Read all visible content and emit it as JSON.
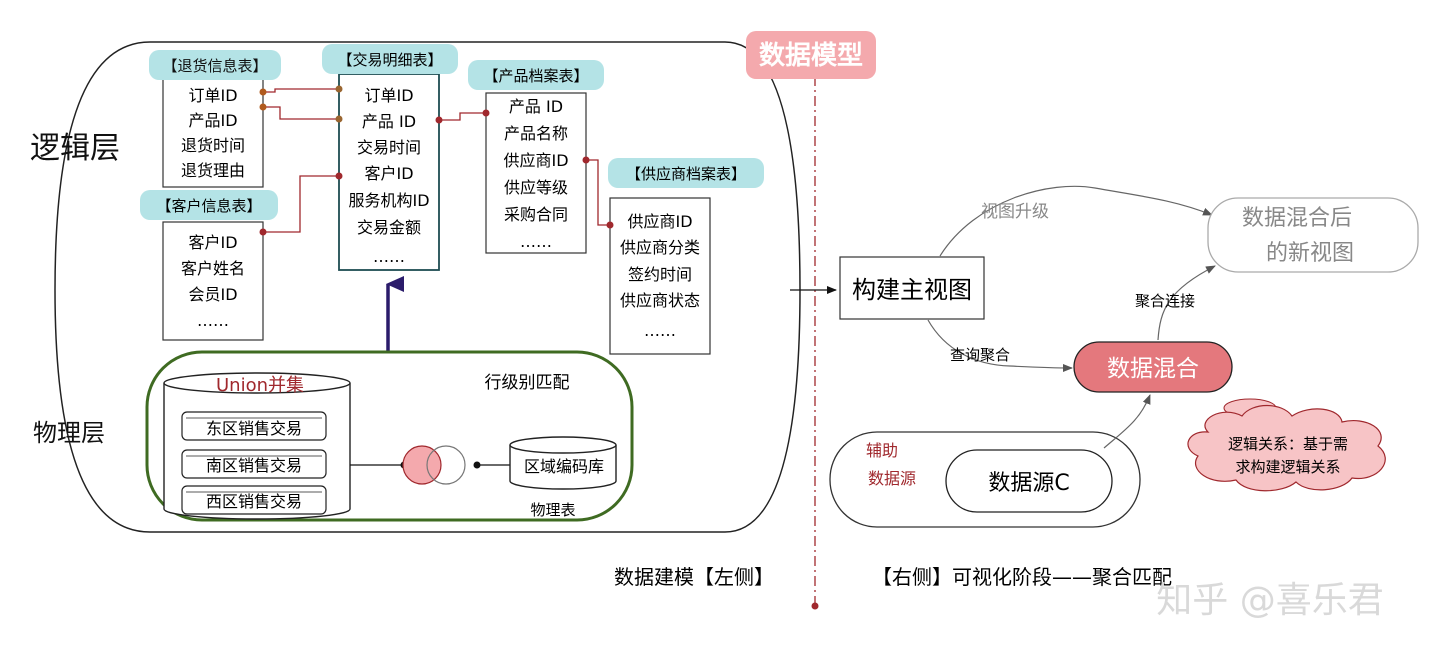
{
  "header": {
    "title": "数据模型"
  },
  "layers": {
    "logical": "逻辑层",
    "physical": "物理层"
  },
  "tables": {
    "returns": {
      "title": "【退货信息表】",
      "fields": [
        "订单ID",
        "产品ID",
        "退货时间",
        "退货理由"
      ]
    },
    "customer": {
      "title": "【客户信息表】",
      "fields": [
        "客户ID",
        "客户姓名",
        "会员ID",
        "……"
      ]
    },
    "trade": {
      "title": "【交易明细表】",
      "fields": [
        "订单ID",
        "产品 ID",
        "交易时间",
        "客户ID",
        "服务机构ID",
        "交易金额",
        "……"
      ]
    },
    "product": {
      "title": "【产品档案表】",
      "fields": [
        "产品 ID",
        "产品名称",
        "供应商ID",
        "供应等级",
        "采购合同",
        "……"
      ]
    },
    "supplier": {
      "title": "【供应商档案表】",
      "fields": [
        "供应商ID",
        "供应商分类",
        "签约时间",
        "供应商状态",
        "……"
      ]
    }
  },
  "physical": {
    "union_label": "Union并集",
    "row_match_label": "行级别匹配",
    "sales_tables": [
      "东区销售交易",
      "南区销售交易",
      "西区销售交易"
    ],
    "region_table": "区域编码库",
    "physical_table_label": "物理表"
  },
  "right": {
    "main_view": "构建主视图",
    "view_upgrade": "视图升级",
    "new_view": "数据混合后\n的新视图",
    "query_agg": "查询聚合",
    "blend": "数据混合",
    "agg_join": "聚合连接",
    "aux_source": "辅助\n数据源",
    "source_c": "数据源C",
    "logic_note": "逻辑关系：基于需\n求构建逻辑关系"
  },
  "footer": {
    "left_caption": "数据建模【左侧】",
    "right_caption": "【右侧】可视化阶段——聚合匹配",
    "watermark": "知乎 @喜乐君"
  },
  "colors": {
    "accent_red": "#a0282d",
    "teal": "#b4e3e6",
    "model_red": "#f4a9ad",
    "blend_red": "#e4787d",
    "green_border": "#3f6b22",
    "navy_arrow": "#2b1c6b",
    "cloud_pink": "#f7c4c6"
  }
}
